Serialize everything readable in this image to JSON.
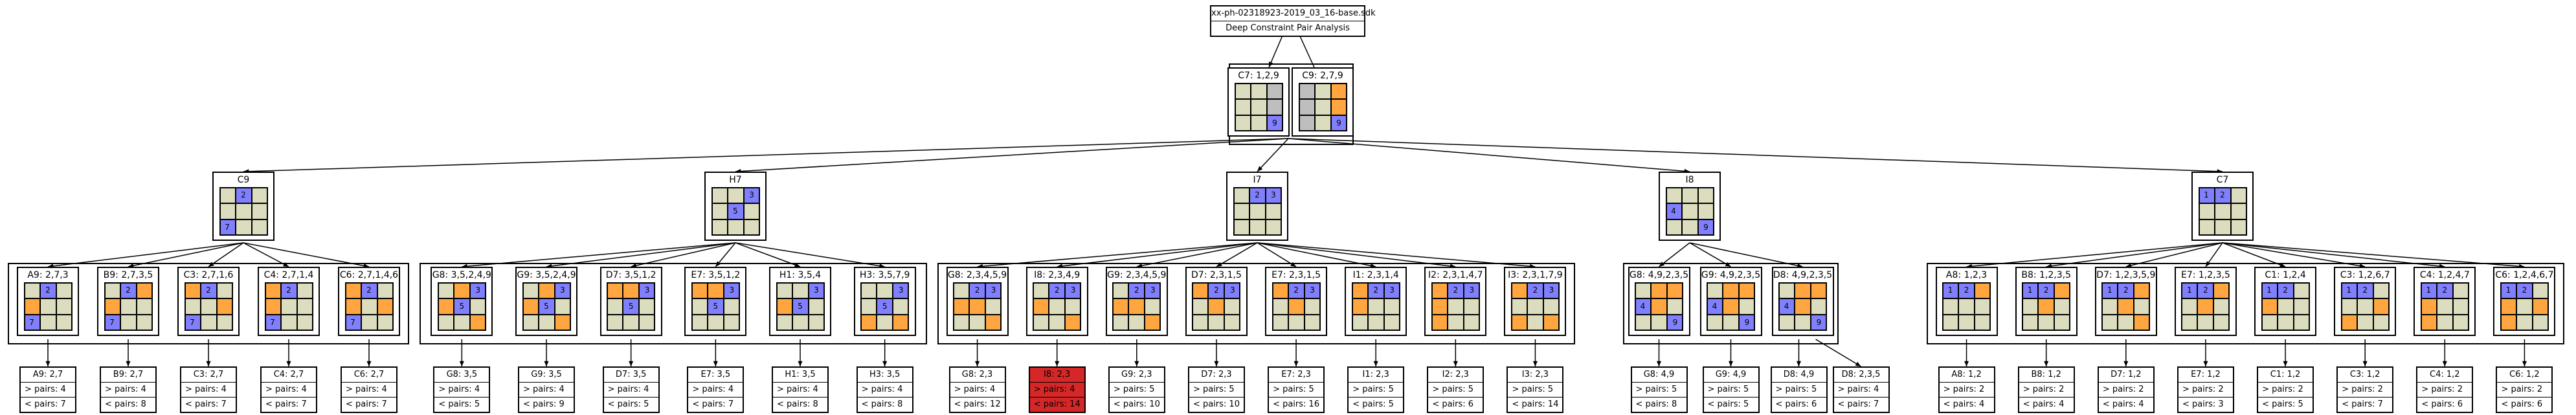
{
  "root": {
    "line1": "xx-ph-02318923-2019_03_16-base.sdk",
    "line2": "Deep Constraint Pair Analysis"
  },
  "colors": {
    "blue": "#8080ff",
    "orange": "#ffa640",
    "beige": "#dcdcbe",
    "gray": "#bebebe",
    "red": "#d62728"
  },
  "tree": {
    "label": "C7: 1,2,9 / C9: 2,7,9",
    "pair": [
      {
        "label": "C7: 1,2,9",
        "pattern": "beige,beige,gray|beige,beige,gray|beige,beige,blue",
        "numbers": [
          "",
          "",
          "",
          "",
          "",
          "",
          "",
          "",
          "9"
        ]
      },
      {
        "label": "C9: 2,7,9",
        "pattern": "gray,beige,orange|gray,beige,orange|gray,beige,blue",
        "numbers": [
          "",
          "",
          "",
          "",
          "",
          "",
          "",
          "",
          "9"
        ]
      }
    ],
    "children": [
      {
        "label": "C9",
        "pattern": "beige,blue,beige|beige,beige,beige|blue,beige,beige",
        "numbers": [
          "",
          "2",
          "",
          "",
          "",
          "",
          "7",
          "",
          ""
        ],
        "children": [
          {
            "label": "A9: 2,7,3",
            "pattern": "beige,blue,beige|orange,beige,beige|blue,beige,beige",
            "numbers": [
              "",
              "2",
              "",
              "",
              "",
              "",
              "7",
              "",
              ""
            ],
            "leaf": {
              "name": "A9: 2,7",
              "p1": "> pairs: 4",
              "p2": "< pairs: 7"
            }
          },
          {
            "label": "B9: 2,7,3,5",
            "pattern": "beige,blue,orange|orange,beige,beige|blue,beige,beige",
            "numbers": [
              "",
              "2",
              "",
              "",
              "",
              "",
              "7",
              "",
              ""
            ],
            "leaf": {
              "name": "B9: 2,7",
              "p1": "> pairs: 4",
              "p2": "< pairs: 8"
            }
          },
          {
            "label": "C3: 2,7,1,6",
            "pattern": "orange,blue,beige|beige,beige,orange|blue,beige,beige",
            "numbers": [
              "",
              "2",
              "",
              "",
              "",
              "",
              "7",
              "",
              ""
            ],
            "leaf": {
              "name": "C3: 2,7",
              "p1": "> pairs: 4",
              "p2": "< pairs: 7"
            }
          },
          {
            "label": "C4: 2,7,1,4",
            "pattern": "orange,blue,beige|orange,beige,beige|blue,beige,beige",
            "numbers": [
              "",
              "2",
              "",
              "",
              "",
              "",
              "7",
              "",
              ""
            ],
            "leaf": {
              "name": "C4: 2,7",
              "p1": "> pairs: 4",
              "p2": "< pairs: 7"
            }
          },
          {
            "label": "C6: 2,7,1,4,6",
            "pattern": "orange,blue,beige|orange,beige,orange|blue,beige,beige",
            "numbers": [
              "",
              "2",
              "",
              "",
              "",
              "",
              "7",
              "",
              ""
            ],
            "leaf": {
              "name": "C6: 2,7",
              "p1": "> pairs: 4",
              "p2": "< pairs: 7"
            }
          }
        ]
      },
      {
        "label": "H7",
        "pattern": "beige,beige,blue|beige,blue,beige|beige,beige,beige",
        "numbers": [
          "",
          "",
          "3",
          "",
          "5",
          "",
          "",
          "",
          ""
        ],
        "children": [
          {
            "label": "G8: 3,5,2,4,9",
            "pattern": "beige,orange,blue|orange,blue,beige|beige,beige,orange",
            "numbers": [
              "",
              "",
              "3",
              "",
              "5",
              "",
              "",
              "",
              ""
            ],
            "leaf": {
              "name": "G8: 3,5",
              "p1": "> pairs: 4",
              "p2": "< pairs: 5"
            }
          },
          {
            "label": "G9: 3,5,2,4,9",
            "pattern": "beige,orange,blue|orange,blue,beige|beige,beige,orange",
            "numbers": [
              "",
              "",
              "3",
              "",
              "5",
              "",
              "",
              "",
              ""
            ],
            "leaf": {
              "name": "G9: 3,5",
              "p1": "> pairs: 4",
              "p2": "< pairs: 9"
            }
          },
          {
            "label": "D7: 3,5,1,2",
            "pattern": "orange,orange,blue|beige,blue,beige|beige,beige,beige",
            "numbers": [
              "",
              "",
              "3",
              "",
              "5",
              "",
              "",
              "",
              ""
            ],
            "leaf": {
              "name": "D7: 3,5",
              "p1": "> pairs: 4",
              "p2": "< pairs: 5"
            }
          },
          {
            "label": "E7: 3,5,1,2",
            "pattern": "orange,orange,blue|beige,blue,beige|beige,beige,beige",
            "numbers": [
              "",
              "",
              "3",
              "",
              "5",
              "",
              "",
              "",
              ""
            ],
            "leaf": {
              "name": "E7: 3,5",
              "p1": "> pairs: 4",
              "p2": "< pairs: 7"
            }
          },
          {
            "label": "H1: 3,5,4",
            "pattern": "beige,beige,blue|orange,blue,beige|beige,beige,beige",
            "numbers": [
              "",
              "",
              "3",
              "",
              "5",
              "",
              "",
              "",
              ""
            ],
            "leaf": {
              "name": "H1: 3,5",
              "p1": "> pairs: 4",
              "p2": "< pairs: 8"
            }
          },
          {
            "label": "H3: 3,5,7,9",
            "pattern": "beige,beige,blue|beige,blue,beige|orange,beige,orange",
            "numbers": [
              "",
              "",
              "3",
              "",
              "5",
              "",
              "",
              "",
              ""
            ],
            "leaf": {
              "name": "H3: 3,5",
              "p1": "> pairs: 4",
              "p2": "< pairs: 8"
            }
          }
        ]
      },
      {
        "label": "I7",
        "pattern": "beige,blue,blue|beige,beige,beige|beige,beige,beige",
        "numbers": [
          "",
          "2",
          "3",
          "",
          "",
          "",
          "",
          "",
          ""
        ],
        "children": [
          {
            "label": "G8: 2,3,4,5,9",
            "pattern": "beige,blue,blue|orange,orange,beige|beige,beige,orange",
            "numbers": [
              "",
              "2",
              "3",
              "",
              "",
              "",
              "",
              "",
              ""
            ],
            "leaf": {
              "name": "G8: 2,3",
              "p1": "> pairs: 4",
              "p2": "< pairs: 12"
            }
          },
          {
            "label": "I8: 2,3,4,9",
            "pattern": "beige,blue,blue|orange,beige,beige|beige,beige,orange",
            "numbers": [
              "",
              "2",
              "3",
              "",
              "",
              "",
              "",
              "",
              ""
            ],
            "leaf": {
              "name": "I8: 2,3",
              "p1": "> pairs: 4",
              "p2": "< pairs: 14",
              "highlight": true
            }
          },
          {
            "label": "G9: 2,3,4,5,9",
            "pattern": "beige,blue,blue|orange,orange,beige|beige,beige,orange",
            "numbers": [
              "",
              "2",
              "3",
              "",
              "",
              "",
              "",
              "",
              ""
            ],
            "leaf": {
              "name": "G9: 2,3",
              "p1": "> pairs: 5",
              "p2": "< pairs: 10"
            }
          },
          {
            "label": "D7: 2,3,1,5",
            "pattern": "orange,blue,blue|beige,orange,beige|beige,beige,beige",
            "numbers": [
              "",
              "2",
              "3",
              "",
              "",
              "",
              "",
              "",
              ""
            ],
            "leaf": {
              "name": "D7: 2,3",
              "p1": "> pairs: 5",
              "p2": "< pairs: 10"
            }
          },
          {
            "label": "E7: 2,3,1,5",
            "pattern": "orange,blue,blue|beige,orange,beige|beige,beige,beige",
            "numbers": [
              "",
              "2",
              "3",
              "",
              "",
              "",
              "",
              "",
              ""
            ],
            "leaf": {
              "name": "E7: 2,3",
              "p1": "> pairs: 5",
              "p2": "< pairs: 16"
            }
          },
          {
            "label": "I1: 2,3,1,4",
            "pattern": "orange,blue,blue|orange,beige,beige|beige,beige,beige",
            "numbers": [
              "",
              "2",
              "3",
              "",
              "",
              "",
              "",
              "",
              ""
            ],
            "leaf": {
              "name": "I1: 2,3",
              "p1": "> pairs: 5",
              "p2": "< pairs: 5"
            }
          },
          {
            "label": "I2: 2,3,1,4,7",
            "pattern": "orange,blue,blue|orange,beige,beige|orange,beige,beige",
            "numbers": [
              "",
              "2",
              "3",
              "",
              "",
              "",
              "",
              "",
              ""
            ],
            "leaf": {
              "name": "I2: 2,3",
              "p1": "> pairs: 5",
              "p2": "< pairs: 6"
            }
          },
          {
            "label": "I3: 2,3,1,7,9",
            "pattern": "orange,blue,blue|beige,beige,beige|orange,beige,orange",
            "numbers": [
              "",
              "2",
              "3",
              "",
              "",
              "",
              "",
              "",
              ""
            ],
            "leaf": {
              "name": "I3: 2,3",
              "p1": "> pairs: 5",
              "p2": "< pairs: 14"
            }
          }
        ]
      },
      {
        "label": "I8",
        "pattern": "beige,beige,beige|blue,beige,beige|beige,beige,blue",
        "numbers": [
          "",
          "",
          "",
          "4",
          "",
          "",
          "",
          "",
          "9"
        ],
        "children": [
          {
            "label": "G8: 4,9,2,3,5",
            "pattern": "beige,orange,orange|blue,orange,beige|beige,beige,blue",
            "numbers": [
              "",
              "",
              "",
              "4",
              "",
              "",
              "",
              "",
              "9"
            ],
            "leaf": {
              "name": "G8: 4,9",
              "p1": "> pairs: 5",
              "p2": "< pairs: 8"
            }
          },
          {
            "label": "G9: 4,9,2,3,5",
            "pattern": "beige,orange,orange|blue,orange,beige|beige,beige,blue",
            "numbers": [
              "",
              "",
              "",
              "4",
              "",
              "",
              "",
              "",
              "9"
            ],
            "leaf": {
              "name": "G9: 4,9",
              "p1": "> pairs: 5",
              "p2": "< pairs: 5"
            }
          },
          {
            "label": "D8: 4,9,2,3,5",
            "pattern": "beige,orange,orange|blue,orange,beige|beige,beige,blue",
            "numbers": [
              "",
              "",
              "",
              "4",
              "",
              "",
              "",
              "",
              "9"
            ],
            "leaf": {
              "name": "D8: 4,9",
              "p1": "> pairs: 5",
              "p2": "< pairs: 6"
            },
            "leaf2": {
              "name": "D8: 2,3,5",
              "p1": "> pairs: 4",
              "p2": "< pairs: 7"
            }
          }
        ]
      },
      {
        "label": "C7",
        "pattern": "blue,blue,beige|beige,beige,beige|beige,beige,beige",
        "numbers": [
          "1",
          "2",
          "",
          "",
          "",
          "",
          "",
          "",
          ""
        ],
        "children": [
          {
            "label": "A8: 1,2,3",
            "pattern": "blue,blue,orange|beige,beige,beige|beige,beige,beige",
            "numbers": [
              "1",
              "2",
              "",
              "",
              "",
              "",
              "",
              "",
              ""
            ],
            "leaf": {
              "name": "A8: 1,2",
              "p1": "> pairs: 2",
              "p2": "< pairs: 4"
            }
          },
          {
            "label": "B8: 1,2,3,5",
            "pattern": "blue,blue,orange|beige,orange,beige|beige,beige,beige",
            "numbers": [
              "1",
              "2",
              "",
              "",
              "",
              "",
              "",
              "",
              ""
            ],
            "leaf": {
              "name": "B8: 1,2",
              "p1": "> pairs: 2",
              "p2": "< pairs: 4"
            }
          },
          {
            "label": "D7: 1,2,3,5,9",
            "pattern": "blue,blue,orange|beige,orange,beige|beige,beige,orange",
            "numbers": [
              "1",
              "2",
              "",
              "",
              "",
              "",
              "",
              "",
              ""
            ],
            "leaf": {
              "name": "D7: 1,2",
              "p1": "> pairs: 2",
              "p2": "< pairs: 4"
            }
          },
          {
            "label": "E7: 1,2,3,5",
            "pattern": "blue,blue,orange|beige,orange,beige|beige,beige,beige",
            "numbers": [
              "1",
              "2",
              "",
              "",
              "",
              "",
              "",
              "",
              ""
            ],
            "leaf": {
              "name": "E7: 1,2",
              "p1": "> pairs: 2",
              "p2": "< pairs: 3"
            }
          },
          {
            "label": "C1: 1,2,4",
            "pattern": "blue,blue,beige|orange,beige,beige|beige,beige,beige",
            "numbers": [
              "1",
              "2",
              "",
              "",
              "",
              "",
              "",
              "",
              ""
            ],
            "leaf": {
              "name": "C1: 1,2",
              "p1": "> pairs: 2",
              "p2": "< pairs: 5"
            }
          },
          {
            "label": "C3: 1,2,6,7",
            "pattern": "blue,blue,beige|beige,beige,orange|orange,beige,beige",
            "numbers": [
              "1",
              "2",
              "",
              "",
              "",
              "",
              "",
              "",
              ""
            ],
            "leaf": {
              "name": "C3: 1,2",
              "p1": "> pairs: 2",
              "p2": "< pairs: 7"
            }
          },
          {
            "label": "C4: 1,2,4,7",
            "pattern": "blue,blue,beige|orange,beige,beige|orange,beige,beige",
            "numbers": [
              "1",
              "2",
              "",
              "",
              "",
              "",
              "",
              "",
              ""
            ],
            "leaf": {
              "name": "C4: 1,2",
              "p1": "> pairs: 2",
              "p2": "< pairs: 6"
            }
          },
          {
            "label": "C6: 1,2,4,6,7",
            "pattern": "blue,blue,beige|orange,beige,orange|orange,beige,beige",
            "numbers": [
              "1",
              "2",
              "",
              "",
              "",
              "",
              "",
              "",
              ""
            ],
            "leaf": {
              "name": "C6: 1,2",
              "p1": "> pairs: 2",
              "p2": "< pairs: 6"
            }
          }
        ]
      }
    ]
  }
}
